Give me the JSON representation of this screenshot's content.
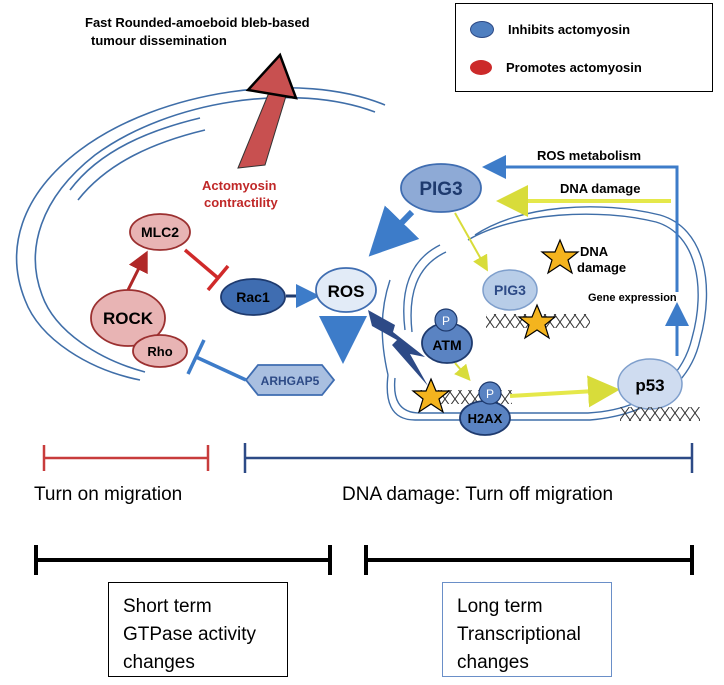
{
  "header": {
    "title_line1": "Fast  Rounded-amoeboid bleb-based",
    "title_line2": "tumour dissemination"
  },
  "legend": {
    "inhibits": {
      "label": "Inhibits actomyosin",
      "color": "#4f7fc0"
    },
    "promotes": {
      "label": "Promotes actomyosin",
      "color": "#cc2a2a"
    }
  },
  "nodes": {
    "mlc2": "MLC2",
    "rock": "ROCK",
    "rho": "Rho",
    "rac1": "Rac1",
    "ros": "ROS",
    "arhgap5": "ARHGAP5",
    "pig3_top": "PIG3",
    "pig3_nucleus": "PIG3",
    "atm": "ATM",
    "atm_p": "P",
    "h2ax": "H2AX",
    "h2ax_p": "P",
    "p53": "p53"
  },
  "annotations": {
    "actomyosin_line1": "Actomyosin",
    "actomyosin_line2": "contractility",
    "ros_metabolism": "ROS metabolism",
    "dna_damage_arrow": "DNA damage",
    "dna_damage_star_line1": "DNA",
    "dna_damage_star_line2": "damage",
    "gene_expression": "Gene expression"
  },
  "bars": {
    "turn_on": "Turn on migration",
    "turn_off": "DNA damage: Turn off migration"
  },
  "boxes": {
    "short_term": [
      "Short term",
      "GTPase activity",
      "changes"
    ],
    "long_term": [
      "Long term",
      "Transcriptional",
      "changes"
    ]
  },
  "colors": {
    "red_node": "#e8b4b4",
    "red_stroke": "#9b3030",
    "blue_dark": "#3f6db1",
    "blue_light": "#b8cde8",
    "cell_line": "#3f6ea8",
    "arrow_blue": "#3d7cc9",
    "arrow_yellow": "#e5e84a",
    "arrow_big": "#c85050",
    "star": "#f4b41e",
    "bar_red": "#c83c3c",
    "bar_blue": "#2d4a86"
  }
}
